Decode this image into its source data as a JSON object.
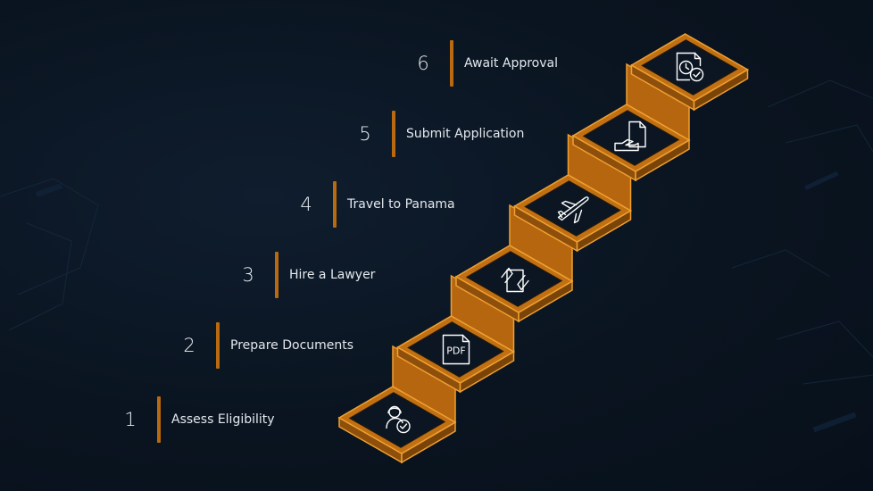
{
  "colors": {
    "background": "#0a1420",
    "stair_fill": "#b5660f",
    "stair_outline": "#f0a030",
    "accent_bar": "#b9690f",
    "text": "#e3e8ee"
  },
  "steps": [
    {
      "number": "1",
      "label": "Assess Eligibility",
      "icon": "user-check-icon"
    },
    {
      "number": "2",
      "label": "Prepare Documents",
      "icon": "pdf-file-icon"
    },
    {
      "number": "3",
      "label": "Hire a Lawyer",
      "icon": "handshake-document-icon"
    },
    {
      "number": "4",
      "label": "Travel to Panama",
      "icon": "airplane-icon"
    },
    {
      "number": "5",
      "label": "Submit Application",
      "icon": "hand-document-icon"
    },
    {
      "number": "6",
      "label": "Await Approval",
      "icon": "clock-document-check-icon"
    }
  ]
}
